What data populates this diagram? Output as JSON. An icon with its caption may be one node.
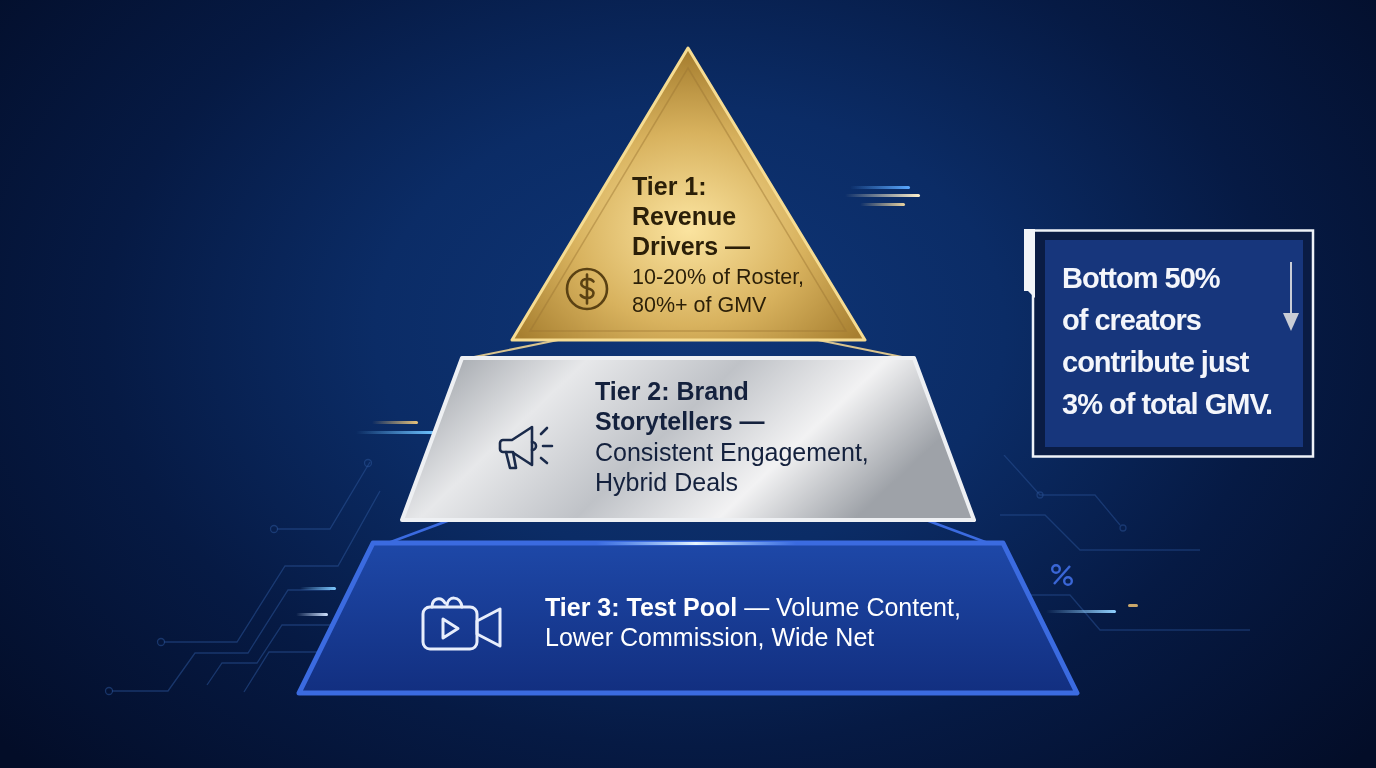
{
  "diagram": {
    "nodes": [
      {
        "text": [
          "Tier 1: Revenue Drivers —",
          "10-20% of Roster, 80%+ of GMV"
        ]
      },
      {
        "text": [
          "Tier 2: Brand Storytellers —",
          "Consistent Engagement, Hybrid Deals"
        ]
      },
      {
        "text": [
          "**Tier 3: Test Pool** — Volume Content, Lower Commission, Wide Net"
        ]
      },
      {
        "text": [
          "Bottom 50% of creators contribute just **3%** of total GMV."
        ]
      }
    ]
  }
}
